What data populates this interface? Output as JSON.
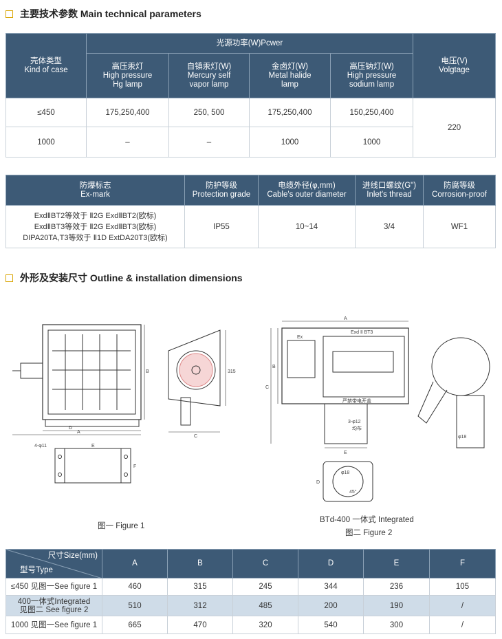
{
  "section1": {
    "title": "主要技术参数 Main technical parameters"
  },
  "table1": {
    "case_cn": "壳体类型",
    "case_en": "Kind of case",
    "power_header": "光源功率(W)Pcwer",
    "lamps": [
      {
        "cn": "高压汞灯",
        "en": "High pressure Hg lamp"
      },
      {
        "cn": "自镇汞灯(W)",
        "en": "Mercury self vapor lamp"
      },
      {
        "cn": "金卤灯(W)",
        "en": "Metal halide lamp"
      },
      {
        "cn": "高压钠灯(W)",
        "en": "High pressure sodium lamp"
      }
    ],
    "voltage_cn": "电压(V)",
    "voltage_en": "Volgtage",
    "rows": [
      {
        "case": "≤450",
        "v1": "175,250,400",
        "v2": "250, 500",
        "v3": "175,250,400",
        "v4": "150,250,400"
      },
      {
        "case": "1000",
        "v1": "–",
        "v2": "–",
        "v3": "1000",
        "v4": "1000"
      }
    ],
    "voltage_value": "220"
  },
  "table2": {
    "headers": [
      {
        "cn": "防爆标志",
        "en": "Ex-mark"
      },
      {
        "cn": "防护等级",
        "en": "Protection grade"
      },
      {
        "cn": "电缆外径(φ,mm)",
        "en": "Cable's outer diameter"
      },
      {
        "cn": "进线口螺纹(G\")",
        "en": "Inlet's thread"
      },
      {
        "cn": "防腐等级",
        "en": "Corrosion-proof"
      }
    ],
    "exmark_lines": [
      "ExdⅡBT2等效于 Ⅱ2G ExdⅡBT2(欧标)",
      "ExdⅡBT3等效于 Ⅱ2G ExdⅡBT3(欧标)",
      "DIPA20TA,T3等效于 Ⅱ1D ExtDA20T3(欧标)"
    ],
    "protection": "IP55",
    "cable": "10~14",
    "thread": "3/4",
    "corrosion": "WF1"
  },
  "section2": {
    "title": "外形及安装尺寸 Outline & installation dimensions"
  },
  "figure1": {
    "caption": "图一 Figure 1",
    "labels": {
      "a": "A",
      "b": "B",
      "c": "C",
      "d": "D",
      "e": "E",
      "f": "F",
      "c_val": "315",
      "holes": "4-φ11"
    }
  },
  "figure2": {
    "caption1": "BTd-400 一体式 Integrated",
    "caption2": "图二 Figure 2",
    "labels": {
      "a": "A",
      "b": "B",
      "c": "C",
      "e": "E",
      "d": "D",
      "ex": "Ex",
      "exd": "Exd Ⅱ BT3",
      "warn": "严禁带电开盖",
      "holes": "3-φ12",
      "even": "均布",
      "phi18": "φ18",
      "phi18b": "φ18",
      "deg": "45°"
    }
  },
  "table3": {
    "size_header": "尺寸Size(mm)",
    "type_header": "型号Type",
    "columns": [
      "A",
      "B",
      "C",
      "D",
      "E",
      "F"
    ],
    "rows": [
      {
        "type": "≤450 见图一See figure 1",
        "values": [
          "460",
          "315",
          "245",
          "344",
          "236",
          "105"
        ]
      },
      {
        "type": "400一体式Integrated 见图二 See figure 2",
        "values": [
          "510",
          "312",
          "485",
          "200",
          "190",
          "/"
        ]
      },
      {
        "type": "1000 见图一See figure 1",
        "values": [
          "665",
          "470",
          "320",
          "540",
          "300",
          "/"
        ]
      }
    ]
  },
  "colors": {
    "header": "#3d5a76",
    "alt_row": "#cfdce8",
    "accent": "#d9a400"
  }
}
